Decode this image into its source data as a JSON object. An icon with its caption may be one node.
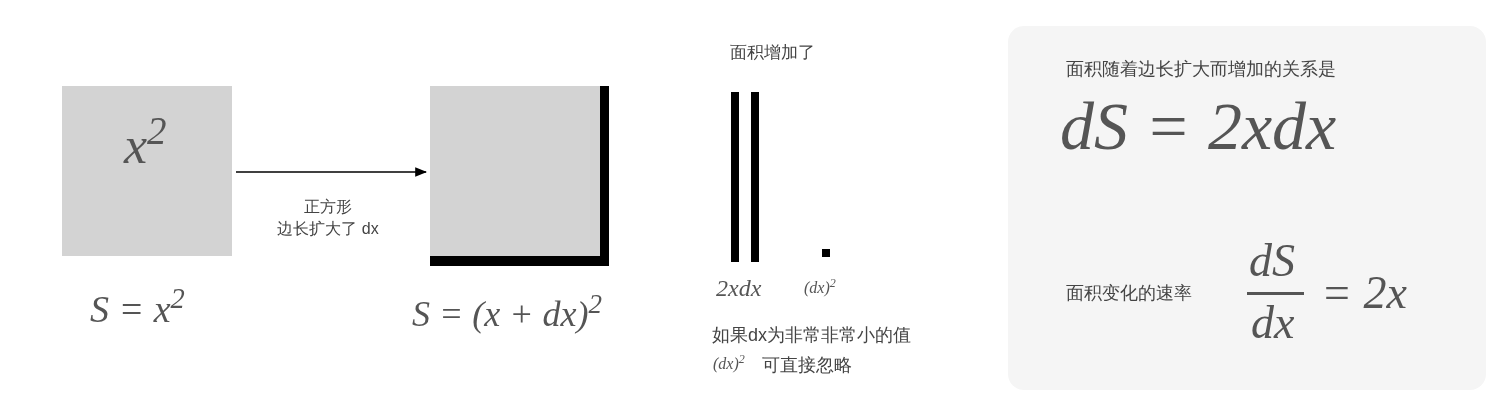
{
  "diagram": {
    "nodes": [
      {
        "text": [
          "x$^{2}$"
        ],
        "beside": [
          "S = x$^{2}$"
        ]
      },
      {
        "text": [],
        "shape": "box",
        "beside": [
          "S = (x + dx)$^{2}$"
        ]
      },
      {
        "text": [
          "面积随着边长扩大而增加的关系是",
          "dS = 2xdx",
          "面积变化的速率",
          "dS",
          "dx",
          "= 2x"
        ]
      }
    ],
    "edges": [
      {
        "from": 0,
        "to": 1,
        "arrow": "to",
        "label": "正方形边长扩大了 dx"
      }
    ],
    "labels": [
      "面积增加了",
      "2xdx",
      "(dx)$^{2}$",
      "如果dx为非常非常小的值",
      "(dx)$^{2}$",
      "可直接忽略"
    ]
  }
}
